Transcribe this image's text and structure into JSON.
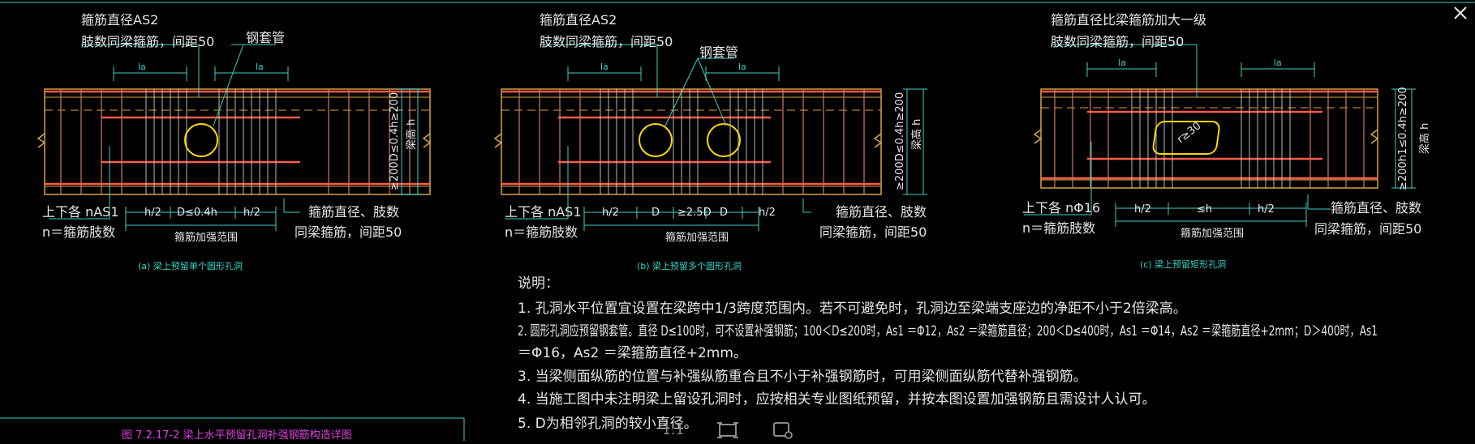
{
  "colors": {
    "background": "#000000",
    "beam_outline": "#d9a441",
    "main_rebar": "#ff5a4a",
    "stirrup": "#d07a60",
    "dimension": "#3fd0c4",
    "text": "#e6e6e6",
    "caption": "#2fd5c8",
    "sleeve": "#ffd700",
    "title_frame": "#e040e0"
  },
  "detail_a": {
    "label_as2": "箍筋直径AS2",
    "label_legs": "肢数同梁箍筋，间距50",
    "label_sleeve": "钢套管",
    "label_la_left": "la",
    "label_la_right": "la",
    "label_side_dim": "≥200D≤0.4h≥200",
    "label_h": "梁高 h",
    "label_bottom_left1": "上下各 nAS1",
    "label_bottom_left2": "n＝箍筋肢数",
    "label_h2_left": "h/2",
    "label_d": "D≤0.4h",
    "label_h2_right": "h/2",
    "label_range": "箍筋加强范围",
    "label_bottom_right1": "箍筋直径、肢数",
    "label_bottom_right2": "同梁箍筋，间距50",
    "caption": "(a) 梁上预留单个圆形孔洞"
  },
  "detail_b": {
    "label_as2": "箍筋直径AS2",
    "label_legs": "肢数同梁箍筋，间距50",
    "label_sleeve": "钢套管",
    "label_la_left": "la",
    "label_la_right": "la",
    "label_side_dim": "≥200D≤0.4h≥200",
    "label_h": "梁高 h",
    "label_bottom_left1": "上下各 nAS1",
    "label_bottom_left2": "n＝箍筋肢数",
    "label_h2_left": "h/2",
    "label_d1": "D",
    "label_gap": "≥2.5D",
    "label_d2": "D",
    "label_h2_right": "h/2",
    "label_range": "箍筋加强范围",
    "label_bottom_right1": "箍筋直径、肢数",
    "label_bottom_right2": "同梁箍筋，间距50",
    "caption": "(b) 梁上预留多个圆形孔洞"
  },
  "detail_c": {
    "label_as2": "箍筋直径比梁箍筋加大一级",
    "label_legs": "肢数同梁箍筋，间距50",
    "label_radius": "r≥30",
    "label_la_left": "la",
    "label_la_right": "la",
    "label_side_dim": "≥200h1≤0.4h≥200",
    "label_h": "梁高 h",
    "label_bottom_left1": "上下各 nΦ16",
    "label_bottom_left2": "n＝箍筋肢数",
    "label_h2_left": "h/2",
    "label_le_h": "≤h",
    "label_h2_right": "h/2",
    "label_range": "箍筋加强范围",
    "label_bottom_right1": "箍筋直径、肢数",
    "label_bottom_right2": "同梁箍筋，间距50",
    "caption": "(c) 梁上预留矩形孔洞"
  },
  "notes": {
    "heading": "说明：",
    "line1": "1. 孔洞水平位置宜设置在梁跨中1/3跨度范围内。若不可避免时，孔洞边至梁端支座边的净距不小于2倍梁高。",
    "line2": "2. 圆形孔洞应预留钢套管。直径 D≤100时，可不设置补强钢筋；100＜D≤200时，As1 ＝Φ12，As2 ＝梁箍筋直径；200＜D≤400时，As1 ＝Φ14，As2 ＝梁箍筋直径+2mm；D＞400时，As1",
    "line2b": "＝Φ16，As2 ＝梁箍筋直径+2mm。",
    "line3": "3. 当梁侧面纵筋的位置与补强纵筋重合且不小于补强钢筋时，可用梁侧面纵筋代替补强钢筋。",
    "line4": "4. 当施工图中未注明梁上留设孔洞时，应按相关专业图纸预留，并按本图设置加强钢筋且需设计人认可。",
    "line5": "5. D为相邻孔洞的较小直径。"
  },
  "title_block": {
    "text": "图 7.2.17-2   梁上水平预留孔洞补强钢筋构造详图"
  },
  "toolbar": {
    "zoom_label": "1:1",
    "fit_icon": "fit-screen-icon",
    "edit_icon": "edit-image-icon",
    "close_icon": "close-icon"
  }
}
